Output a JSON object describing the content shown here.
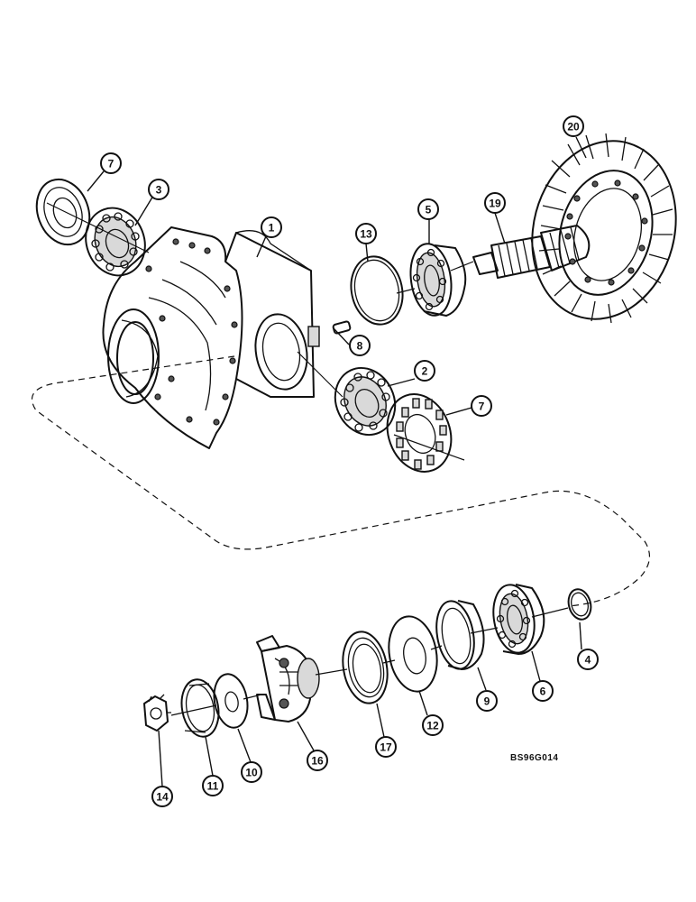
{
  "callouts": {
    "c1": "1",
    "c2": "2",
    "c3": "3",
    "c4": "4",
    "c5": "5",
    "c6": "6",
    "c7a": "7",
    "c7b": "7",
    "c8": "8",
    "c9": "9",
    "c10": "10",
    "c11": "11",
    "c12": "12",
    "c13": "13",
    "c14": "14",
    "c16": "16",
    "c17": "17",
    "c19": "19",
    "c20": "20"
  },
  "reference_code": "BS96G014",
  "colors": {
    "ink": "#111111",
    "paper": "#ffffff",
    "shade": "#d9d9d9"
  }
}
